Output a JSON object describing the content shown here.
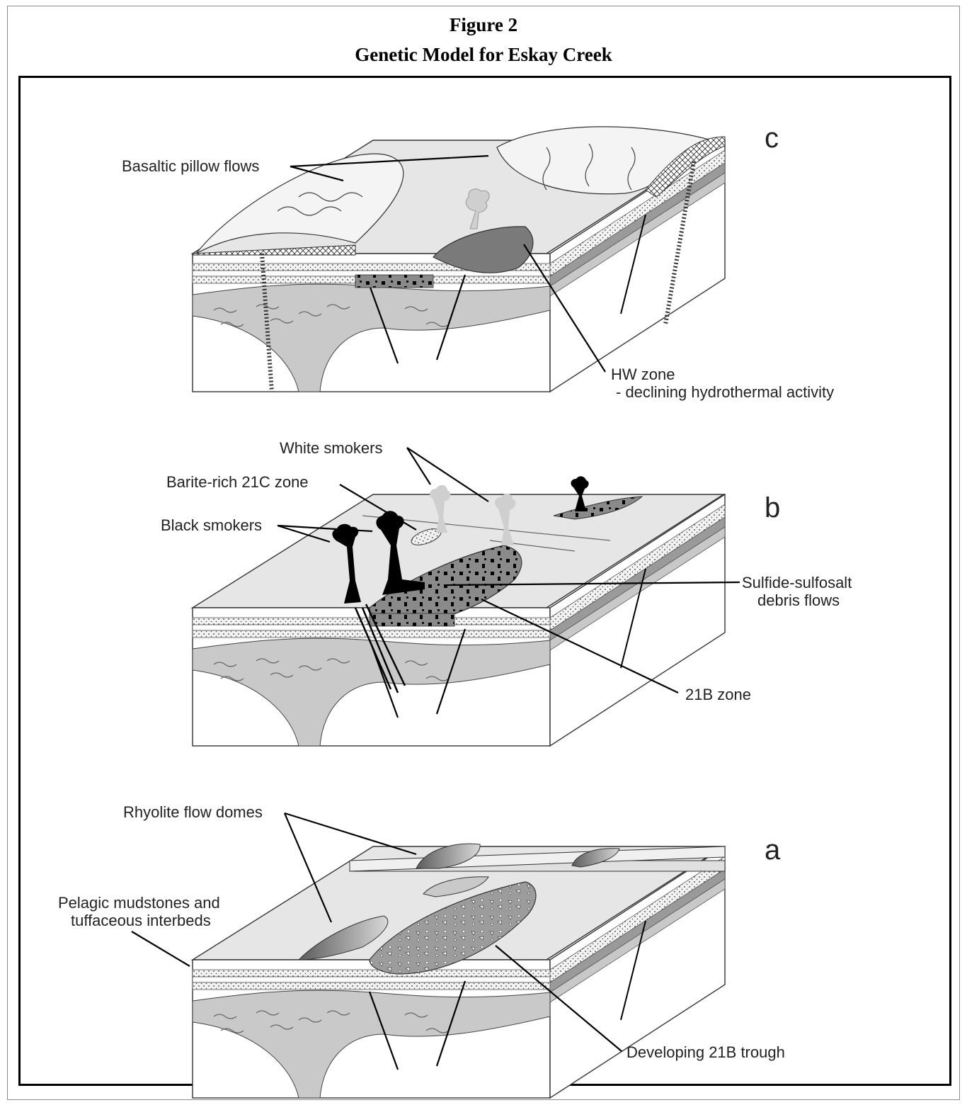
{
  "figure": {
    "number_label": "Figure 2",
    "title": "Genetic Model for Eskay Creek"
  },
  "panels": {
    "c": {
      "letter": "c",
      "labels": {
        "basaltic": "Basaltic pillow flows",
        "hw_zone_line1": "HW zone",
        "hw_zone_line2": "- declining hydrothermal activity"
      }
    },
    "b": {
      "letter": "b",
      "labels": {
        "white_smokers": "White smokers",
        "barite": "Barite-rich 21C zone",
        "black_smokers": "Black smokers",
        "sulfide_line1": "Sulfide-sulfosalt",
        "sulfide_line2": "debris flows",
        "zone21b": "21B zone"
      }
    },
    "a": {
      "letter": "a",
      "labels": {
        "rhyolite": "Rhyolite flow domes",
        "pelagic_line1": "Pelagic mudstones and",
        "pelagic_line2": "tuffaceous interbeds",
        "trough": "Developing 21B trough"
      }
    }
  },
  "colors": {
    "frame": "#000000",
    "surface": "#e6e6e6",
    "felsic_body": "#c9c9c9",
    "dark_fill": "#7a7a7a",
    "smoker_black": "#000000",
    "smoker_white": "#cfcfcf"
  }
}
